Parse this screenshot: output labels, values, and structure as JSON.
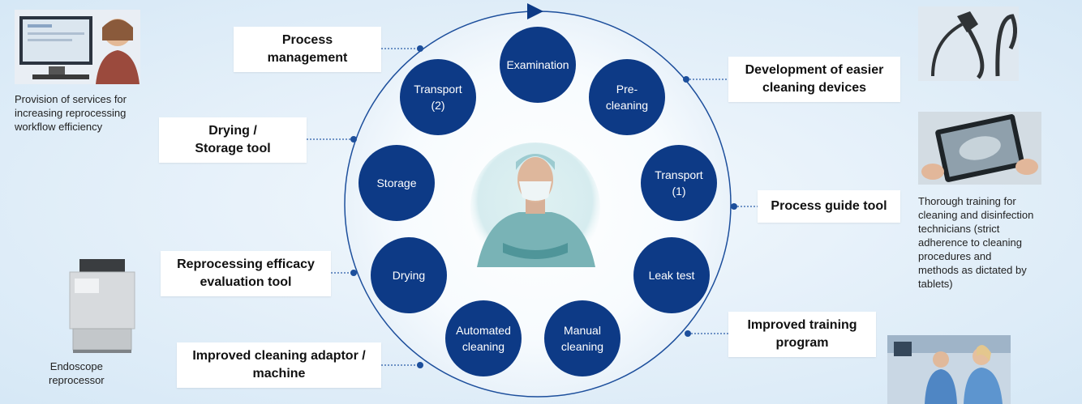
{
  "cycle_steps": [
    {
      "label": "Examination"
    },
    {
      "label": "Pre-\ncleaning"
    },
    {
      "label": "Transport\n(1)"
    },
    {
      "label": "Leak test"
    },
    {
      "label": "Manual\ncleaning"
    },
    {
      "label": "Automated\ncleaning"
    },
    {
      "label": "Drying"
    },
    {
      "label": "Storage"
    },
    {
      "label": "Transport\n(2)"
    }
  ],
  "tools": {
    "process_management": "Process\nmanagement",
    "drying_storage": "Drying /\nStorage tool",
    "efficacy_evaluation": "Reprocessing efficacy\nevaluation tool",
    "cleaning_adaptor": "Improved cleaning adaptor /\nmachine",
    "easier_cleaning": "Development of easier\ncleaning devices",
    "process_guide": "Process guide tool",
    "training_program": "Improved training\nprogram"
  },
  "captions": {
    "workflow_services": "Provision of services for\nincreasing reprocessing\nworkflow efficiency",
    "reprocessor": "Endoscope\nreprocessor",
    "training_tablets": "Thorough training for\ncleaning and disinfection\ntechnicians (strict\nadherence to cleaning\nprocedures and\nmethods as dictated by\ntablets)"
  },
  "colors": {
    "node": "#0d3a86",
    "ring": "#1d4f9c",
    "connector": "#2a5ca8",
    "arrow": "#0d3a86"
  }
}
